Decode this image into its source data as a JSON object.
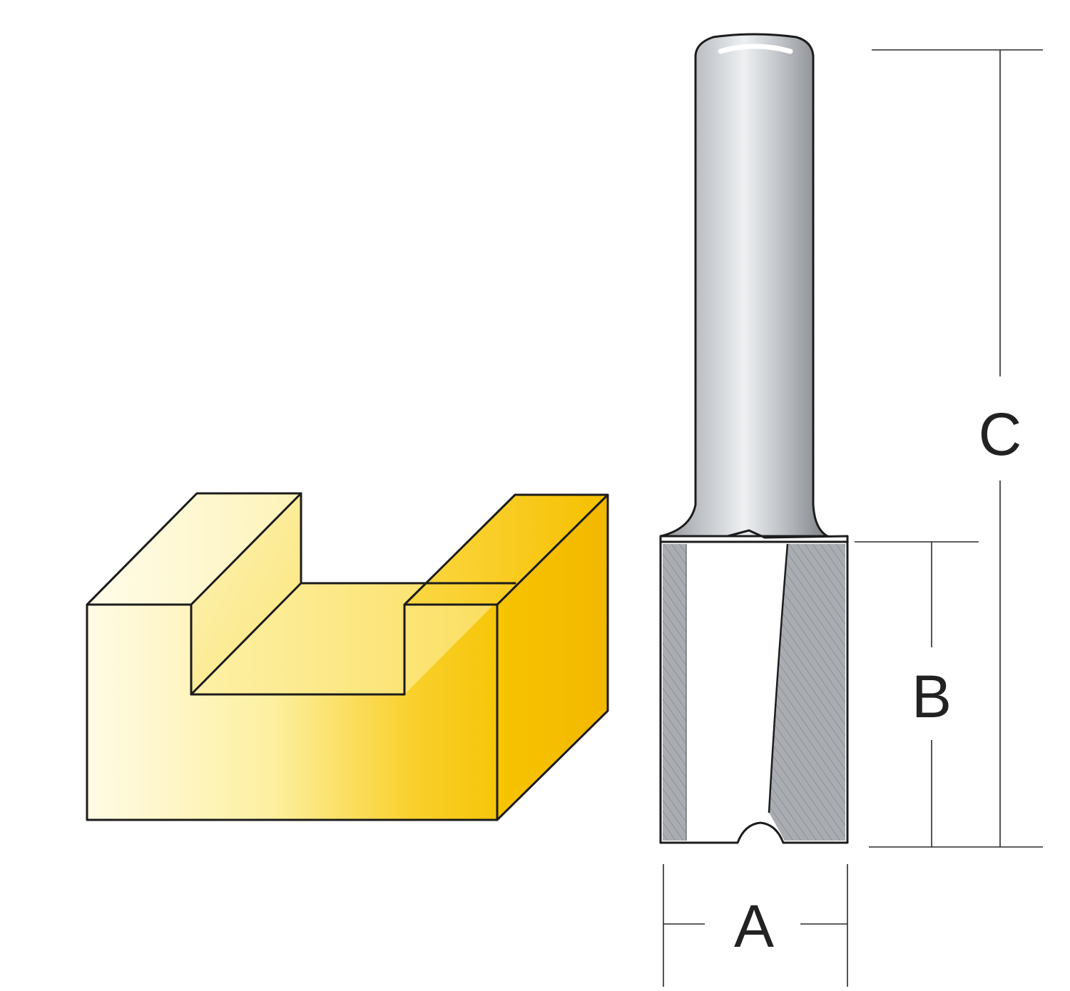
{
  "dimensions": {
    "width_label": "A",
    "cut_length_label": "B",
    "overall_length_label": "C"
  },
  "colors": {
    "workpiece_light": "#fffbe4",
    "workpiece_mid": "#fbea70",
    "workpiece_dark": "#f6c000",
    "steel_light": "#eceef0",
    "steel_mid": "#b9bdc2",
    "steel_dark": "#7e8288",
    "outline": "#1c1c1c"
  }
}
